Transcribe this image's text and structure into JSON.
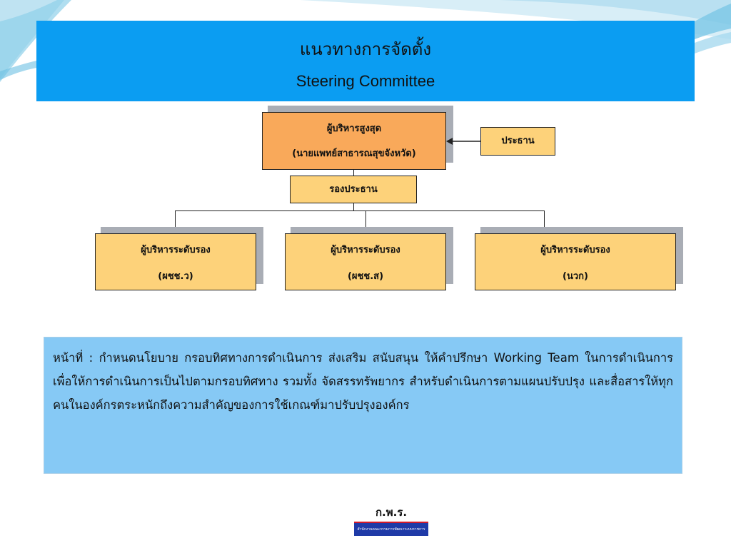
{
  "slide": {
    "title_th": "แนวทางการจัดตั้ง",
    "title_en": "Steering Committee"
  },
  "org_chart": {
    "top": {
      "line1": "ผู้บริหารสูงสุด",
      "line2": "(นายแพทย์สาธารณสุขจังหวัด)"
    },
    "chair": {
      "label": "ประธาน"
    },
    "vice_chair": {
      "label": "รองประธาน"
    },
    "deputies": [
      {
        "line1": "ผู้บริหารระดับรอง",
        "line2": "(ผชช.ว)"
      },
      {
        "line1": "ผู้บริหารระดับรอง",
        "line2": "(ผชช.ส)"
      },
      {
        "line1": "ผู้บริหารระดับรอง",
        "line2": "(นวก)"
      }
    ]
  },
  "duty": {
    "text": "หน้าที่ :  กำหนดนโยบาย กรอบทิศทางการดำเนินการ ส่งเสริม สนับสนุน ให้คำปรึกษา Working Team ในการดำเนินการ เพื่อให้การดำเนินการเป็นไปตามกรอบทิศทาง รวมทั้ง จัดสรรทรัพยากร สำหรับดำเนินการตามแผนปรับปรุง  และสื่อสารให้ทุกคนในองค์กรตระหนักถึงความสำคัญของการใช้เกณฑ์มาปรับปรุงองค์กร"
  },
  "logo": {
    "abbr": "ก.พ.ร.",
    "subtitle": "สำนักงานคณะกรรมการพัฒนาระบบราชการ"
  },
  "colors": {
    "title_bg": "#0b9df2",
    "top_box": "#f9a95a",
    "sub_box": "#fdd27a",
    "duty_bg": "#86c9f5"
  }
}
